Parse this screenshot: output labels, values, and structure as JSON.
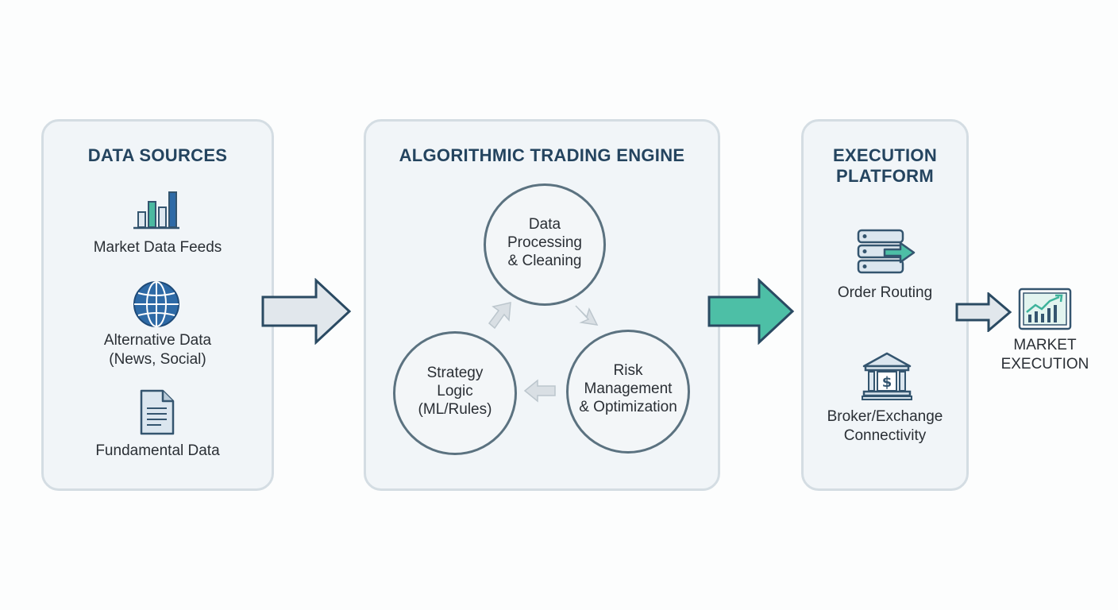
{
  "data_sources": {
    "title": "DATA SOURCES",
    "items": [
      {
        "label": "Market Data Feeds",
        "icon": "bar-chart-icon"
      },
      {
        "label": "Alternative Data\n(News, Social)",
        "icon": "globe-icon"
      },
      {
        "label": "Fundamental Data",
        "icon": "document-icon"
      }
    ]
  },
  "engine": {
    "title": "ALGORITHMIC TRADING ENGINE",
    "nodes": [
      {
        "label": "Data\nProcessing\n& Cleaning"
      },
      {
        "label": "Risk\nManagement\n& Optimization"
      },
      {
        "label": "Strategy\nLogic\n(ML/Rules)"
      }
    ]
  },
  "execution_platform": {
    "title": "EXECUTION\nPLATFORM",
    "items": [
      {
        "label": "Order Routing",
        "icon": "server-routing-icon"
      },
      {
        "label": "Broker/Exchange\nConnectivity",
        "icon": "bank-dollar-icon"
      }
    ]
  },
  "market_execution": {
    "label": "MARKET\nEXECUTION",
    "icon": "trading-monitor-icon"
  },
  "colors": {
    "title_text": "#24445f",
    "panel_bg": "#f1f5f8",
    "panel_border": "#d4dde3",
    "arrow_gray_fill": "#e1e7ec",
    "arrow_gray_stroke": "#2a4a62",
    "arrow_teal_fill": "#4dbfa6",
    "circle_stroke": "#5b7280",
    "cycle_arrow": "#cfd6dc",
    "icon_blue": "#2e6aa6",
    "icon_teal": "#3db39b",
    "icon_dark": "#3b5670"
  }
}
